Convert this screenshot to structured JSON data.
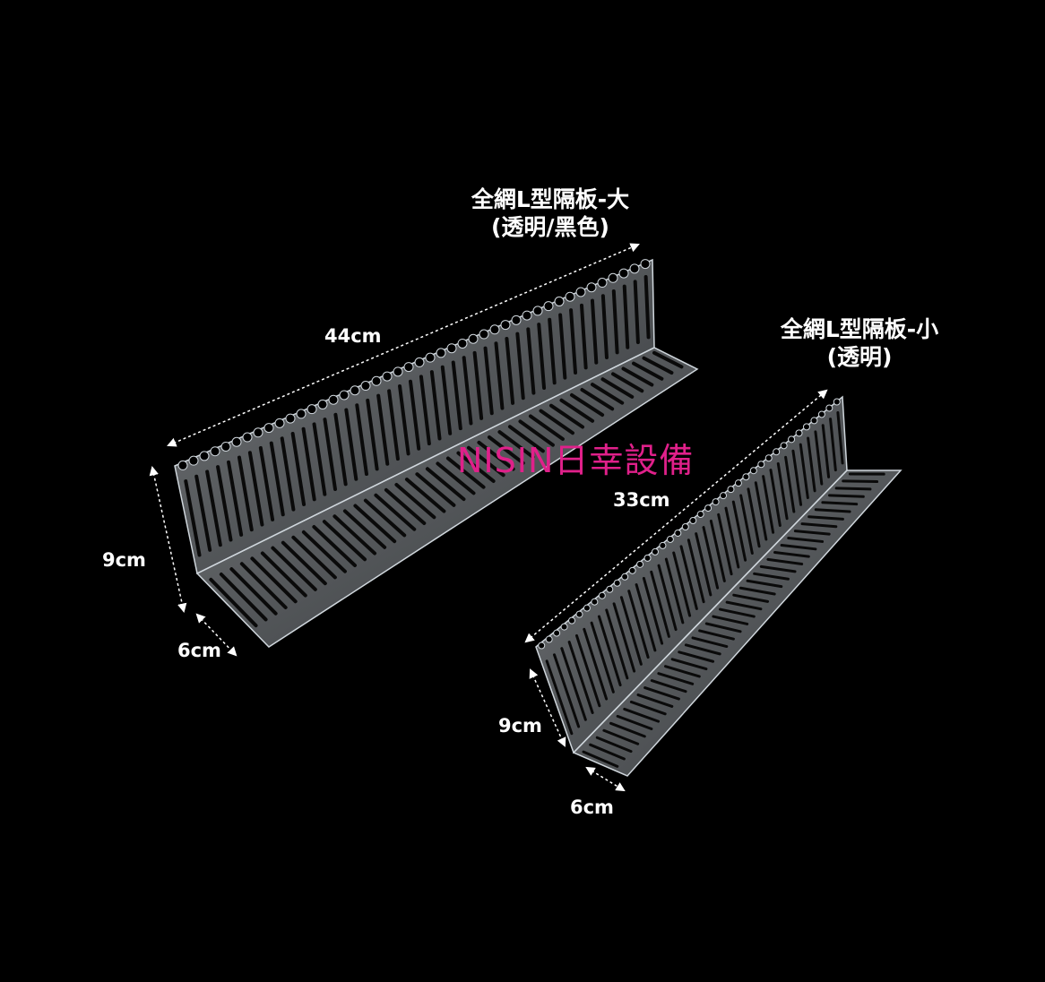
{
  "products": {
    "large": {
      "name": "全網L型隔板-大",
      "variant": "(透明/黑色)",
      "length": "44cm",
      "height": "9cm",
      "depth": "6cm"
    },
    "small": {
      "name": "全網L型隔板-小",
      "variant": "(透明)",
      "length": "33cm",
      "height": "9cm",
      "depth": "6cm"
    }
  },
  "watermark": "NISIN日幸設備",
  "colors": {
    "background": "#000000",
    "watermark": "#e0208a",
    "text": "#ffffff"
  }
}
